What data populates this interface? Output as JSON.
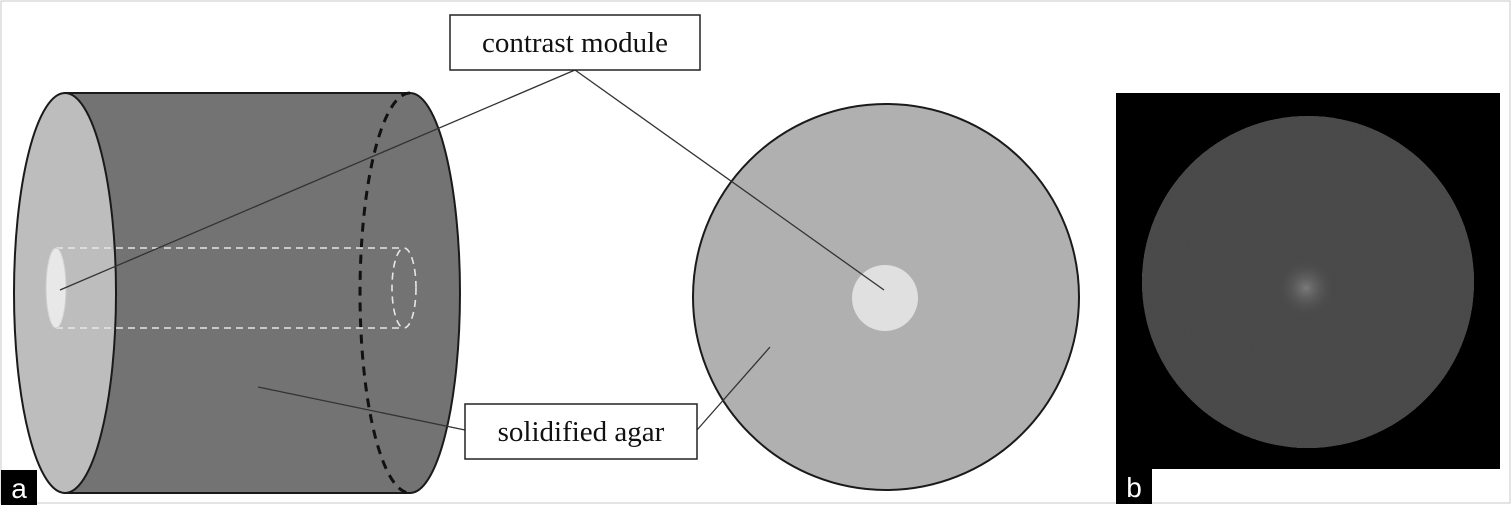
{
  "callouts": {
    "contrast_module": "contrast module",
    "solidified_agar": "solidified agar"
  },
  "panel_labels": {
    "a": "a",
    "b": "b"
  },
  "icons": {
    "cylinder": "cylinder-phantom-illustration",
    "cross_section": "cross-section-disc",
    "ct_scan": "ct-scan-image"
  },
  "colors": {
    "cylinder_body": "#737373",
    "cylinder_face": "#bdbdbd",
    "cross_section_fill": "#b0b0b0",
    "module_fill": "#e0e0e0",
    "ct_background": "#000000",
    "ct_disc": "#4a4a4a"
  }
}
